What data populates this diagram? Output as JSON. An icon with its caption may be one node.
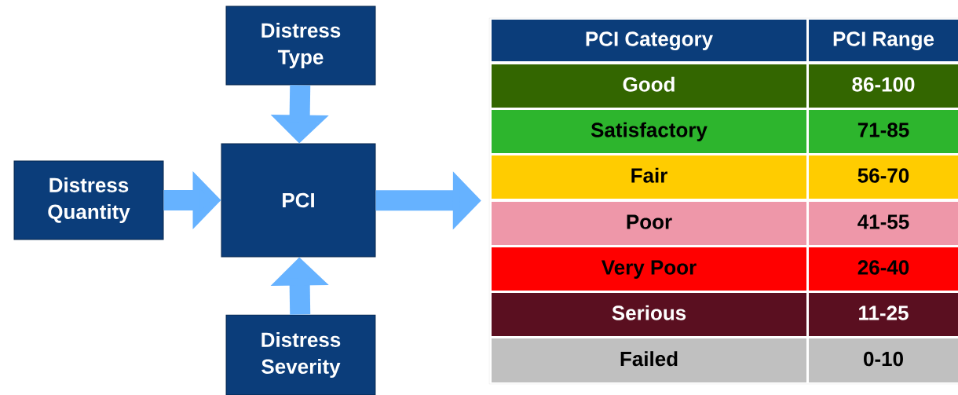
{
  "diagram": {
    "nodes": [
      {
        "text": [
          "Distress Type"
        ]
      },
      {
        "text": [
          "Distress Quantity"
        ]
      },
      {
        "text": [
          "PCI"
        ]
      },
      {
        "text": [
          "Distress Severity"
        ]
      },
      {
        "text": [],
        "shape": "box"
      }
    ],
    "edges": [
      {
        "from": 0,
        "to": 2,
        "arrow": "to"
      },
      {
        "from": 1,
        "to": 2,
        "arrow": "to"
      },
      {
        "from": 3,
        "to": 2,
        "arrow": "to"
      },
      {
        "from": 2,
        "to": 4,
        "arrow": "to"
      }
    ],
    "labels": [
      "PCI Category",
      "PCI Range",
      "Good",
      "86-100",
      "Satisfactory",
      "71-85",
      "Fair",
      "56-70",
      "Poor",
      "41-55",
      "Very Poor",
      "26-40",
      "Serious",
      "11-25",
      "Failed",
      "0-10"
    ]
  }
}
